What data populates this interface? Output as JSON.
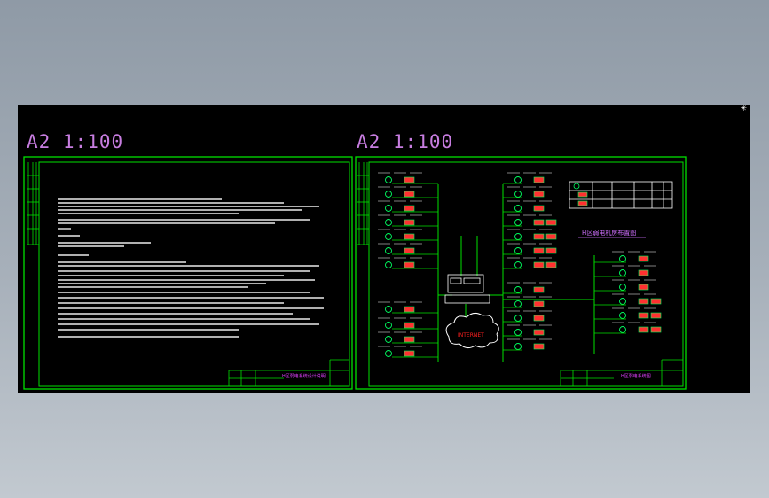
{
  "sheets": [
    {
      "scale_label": "A2 1:100",
      "title_block_name": "H区弱电系统设计说明"
    },
    {
      "scale_label": "A2 1:100",
      "title_block_name": "H区弱电系统图"
    }
  ],
  "diagram": {
    "cloud_label": "INTERNET",
    "legend_title": "H区弱电机房布置图"
  },
  "colors": {
    "frame": "#00e000",
    "scale_text": "#c77de0",
    "cloud_text": "#ff2020",
    "legend_title": "#d070ff",
    "device": "#00ff60",
    "device_red": "#ff3030"
  }
}
